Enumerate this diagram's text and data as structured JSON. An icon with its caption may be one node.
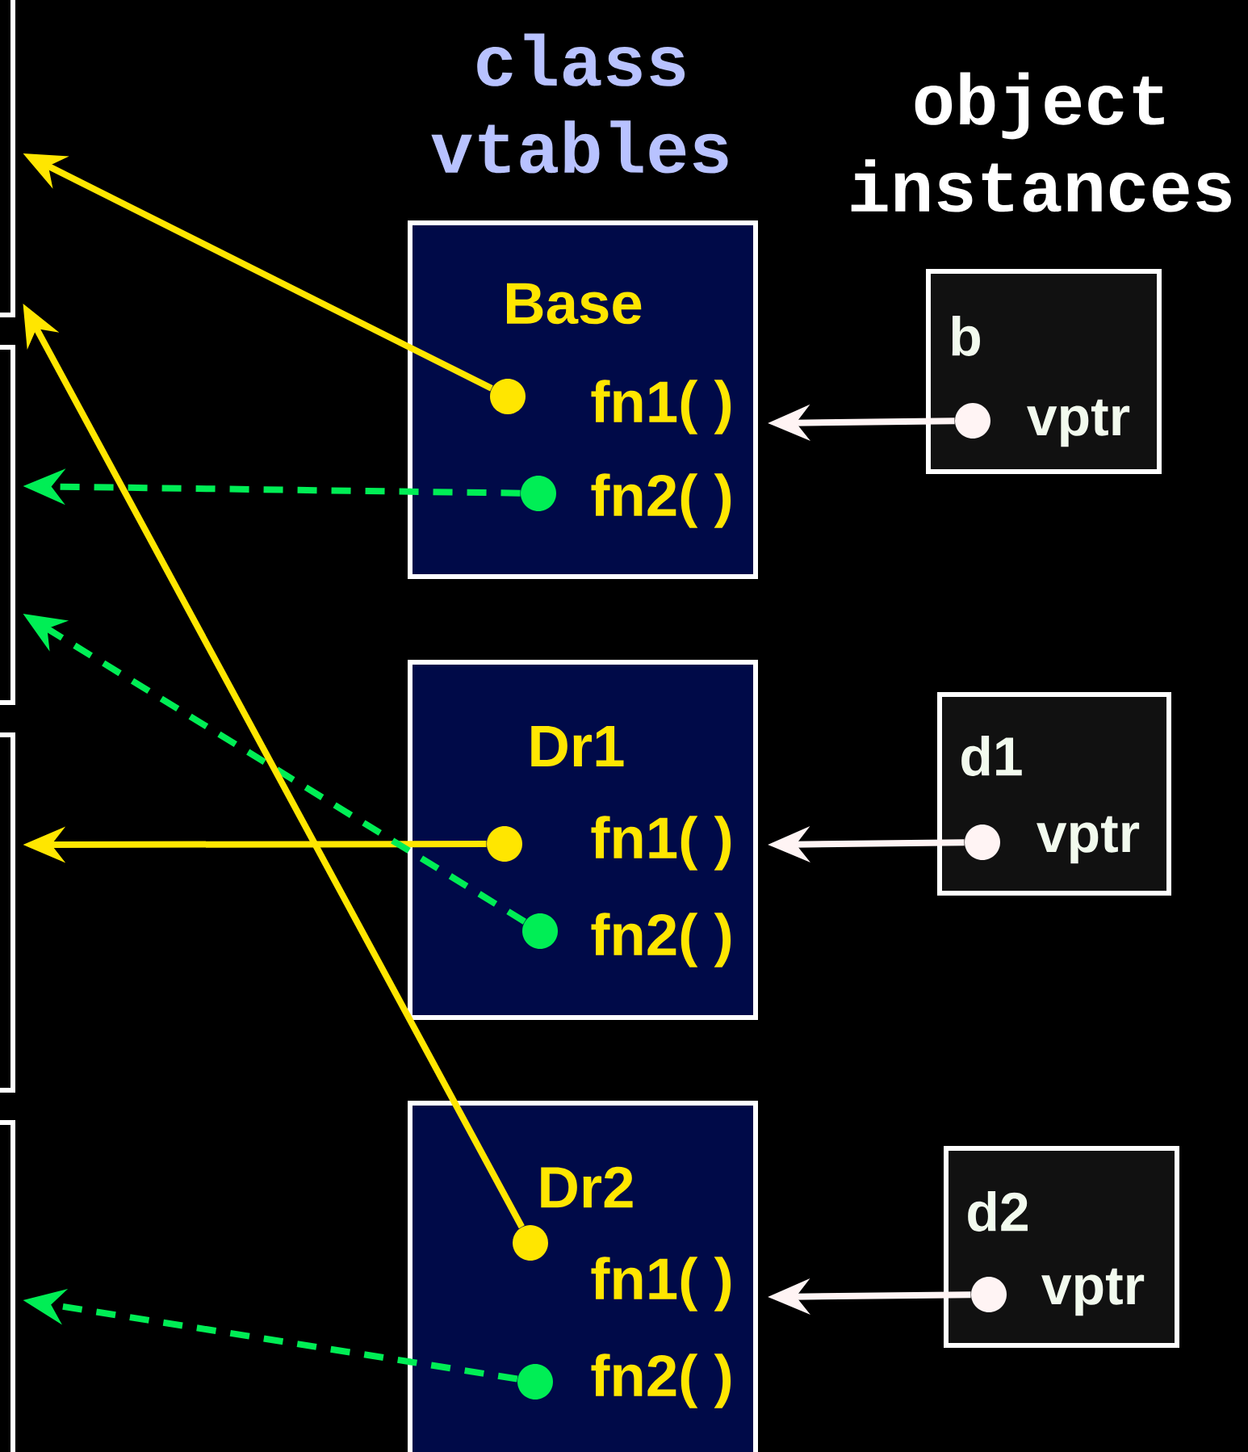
{
  "diagram": {
    "nodes": [
      {
        "text": [],
        "shape": "box"
      },
      {
        "text": [],
        "shape": "box"
      },
      {
        "text": [],
        "shape": "box"
      },
      {
        "text": [],
        "shape": "box"
      },
      {
        "text": [
          "Base",
          "fn1( )",
          "fn2( )"
        ]
      },
      {
        "text": [],
        "shape": "circle",
        "in": 4
      },
      {
        "text": [],
        "shape": "circle",
        "in": 4
      },
      {
        "text": [
          "b",
          "vptr"
        ]
      },
      {
        "text": [],
        "shape": "circle",
        "in": 7
      },
      {
        "text": [
          "Dr1",
          "fn1( )",
          "fn2( )"
        ]
      },
      {
        "text": [],
        "shape": "circle",
        "in": 9
      },
      {
        "text": [],
        "shape": "circle",
        "in": 9
      },
      {
        "text": [
          "d1",
          "vptr"
        ]
      },
      {
        "text": [],
        "shape": "circle",
        "in": 12
      },
      {
        "text": [
          "Dr2",
          "fn1( )",
          "fn2( )"
        ]
      },
      {
        "text": [],
        "shape": "circle",
        "in": 14
      },
      {
        "text": [],
        "shape": "circle",
        "in": 14
      },
      {
        "text": [
          "d2",
          "vptr"
        ]
      },
      {
        "text": [],
        "shape": "circle",
        "in": 17
      }
    ],
    "edges": [
      {
        "from": 5,
        "to": 0,
        "arrow": "to",
        "color": "#ffe600"
      },
      {
        "from": 6,
        "to": 1,
        "arrow": "to",
        "style": "dashed",
        "color": "#00ee55"
      },
      {
        "from": 10,
        "to": 2,
        "arrow": "to",
        "color": "#ffe600"
      },
      {
        "from": 11,
        "to": 1,
        "arrow": "to",
        "style": "dashed",
        "color": "#00ee55"
      },
      {
        "from": 15,
        "to": 0,
        "arrow": "to",
        "color": "#ffe600"
      },
      {
        "from": 16,
        "to": 3,
        "arrow": "to",
        "style": "dashed",
        "color": "#00ee55"
      },
      {
        "from": 8,
        "to": 4,
        "arrow": "to",
        "color": "#fff4f4"
      },
      {
        "from": 13,
        "to": 9,
        "arrow": "to",
        "color": "#fff4f4"
      },
      {
        "from": 18,
        "to": 14,
        "arrow": "to",
        "color": "#fff4f4"
      }
    ],
    "labels": [
      "class vtables",
      "object instances"
    ]
  }
}
